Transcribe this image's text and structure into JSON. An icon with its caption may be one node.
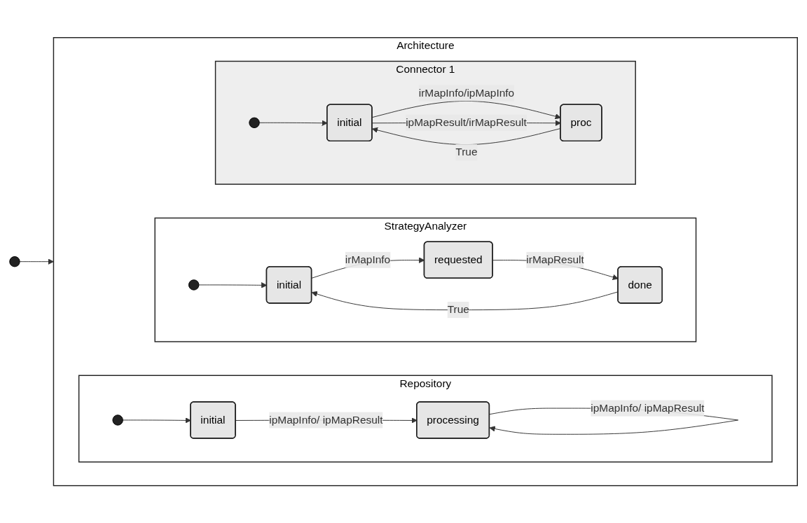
{
  "diagram": {
    "nodes": [
      {
        "text": [],
        "shape": "circle"
      },
      {
        "text": [
          "Architecture"
        ]
      },
      {
        "text": [
          "Repository"
        ],
        "in": 1
      },
      {
        "text": [],
        "shape": "circle",
        "in": 2
      },
      {
        "text": [
          "initial"
        ],
        "in": 2
      },
      {
        "text": [
          "processing"
        ],
        "in": 2
      },
      {
        "text": [
          "StrategyAnalyzer"
        ],
        "in": 1
      },
      {
        "text": [],
        "shape": "circle",
        "in": 6
      },
      {
        "text": [
          "requested"
        ],
        "in": 6
      },
      {
        "text": [
          "initial"
        ],
        "in": 6
      },
      {
        "text": [
          "done"
        ],
        "in": 6
      },
      {
        "text": [
          "Connector 1"
        ],
        "in": 1
      },
      {
        "text": [],
        "shape": "circle",
        "in": 11
      },
      {
        "text": [
          "initial"
        ],
        "in": 11
      },
      {
        "text": [
          "proc"
        ],
        "in": 11
      }
    ],
    "edges": [
      {
        "from": 0,
        "to": 1,
        "arrow": "to"
      },
      {
        "from": 3,
        "to": 4,
        "arrow": "to"
      },
      {
        "from": 4,
        "to": 5,
        "arrow": "to",
        "label": "ipMapInfo/ ipMapResult"
      },
      {
        "from": 5,
        "to": 5,
        "arrow": "to",
        "label": "ipMapInfo/ ipMapResult"
      },
      {
        "from": 7,
        "to": 9,
        "arrow": "to"
      },
      {
        "from": 9,
        "to": 8,
        "arrow": "to",
        "label": "irMapInfo"
      },
      {
        "from": 8,
        "to": 10,
        "arrow": "to",
        "label": "irMapResult"
      },
      {
        "from": 10,
        "to": 9,
        "arrow": "to",
        "label": "True"
      },
      {
        "from": 12,
        "to": 13,
        "arrow": "to"
      },
      {
        "from": 13,
        "to": 14,
        "arrow": "to",
        "label": "irMapInfo/ipMapInfo"
      },
      {
        "from": 14,
        "to": 13,
        "arrow": "to",
        "label": "True"
      },
      {
        "from": 13,
        "to": 14,
        "arrow": "to",
        "label": "ipMapResult/irMapResult"
      }
    ]
  }
}
